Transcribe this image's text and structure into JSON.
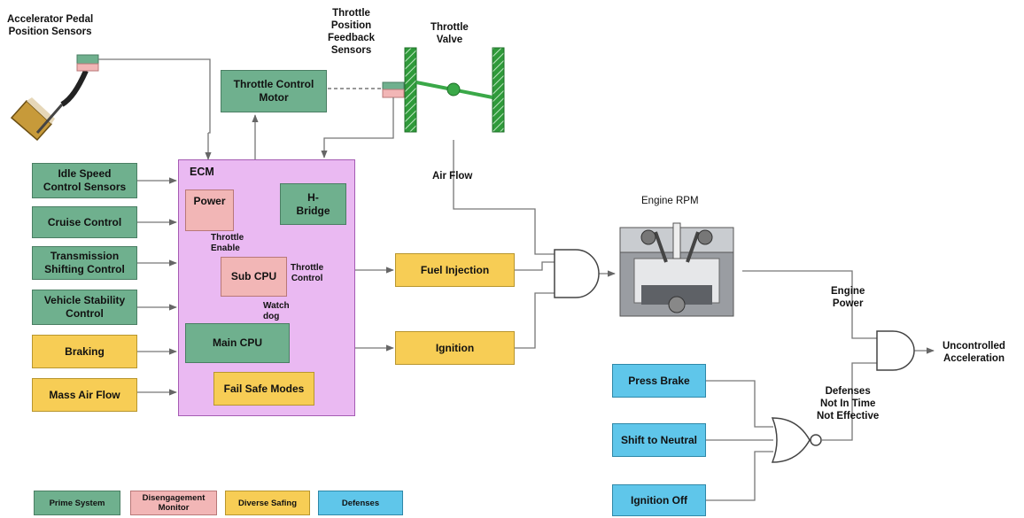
{
  "labels": {
    "accelerator_pedal": "Accelerator Pedal\nPosition Sensors",
    "throttle_feedback": "Throttle\nPosition\nFeedback\nSensors",
    "throttle_valve": "Throttle\nValve",
    "air_flow": "Air Flow",
    "engine_rpm": "Engine RPM",
    "engine_power": "Engine\nPower",
    "uncontrolled": "Uncontrolled\nAcceleration",
    "defenses_note": "Defenses\nNot In Time\nNot Effective",
    "ecm": "ECM",
    "throttle_enable": "Throttle\nEnable",
    "throttle_control": "Throttle\nControl",
    "watchdog": "Watch\ndog"
  },
  "boxes": {
    "throttle_control_motor": "Throttle Control\nMotor",
    "idle_speed": "Idle Speed\nControl Sensors",
    "cruise_control": "Cruise Control",
    "transmission": "Transmission\nShifting Control",
    "vehicle_stability": "Vehicle Stability\nControl",
    "braking": "Braking",
    "mass_air_flow": "Mass Air Flow",
    "power": "Power",
    "h_bridge": "H-\nBridge",
    "sub_cpu": "Sub CPU",
    "main_cpu": "Main CPU",
    "fail_safe": "Fail Safe Modes",
    "fuel_injection": "Fuel Injection",
    "ignition": "Ignition",
    "press_brake": "Press Brake",
    "shift_neutral": "Shift to Neutral",
    "ignition_off": "Ignition Off"
  },
  "legend": {
    "prime": "Prime System",
    "disengagement": "Disengagement\nMonitor",
    "diverse": "Diverse Safing",
    "defenses": "Defenses"
  },
  "colors": {
    "prime_system": "#6fb08e",
    "disengagement_monitor": "#f2b6b6",
    "diverse_safing": "#f7cd55",
    "defenses": "#5fc6ea",
    "ecm_background": "#eab9f2"
  }
}
